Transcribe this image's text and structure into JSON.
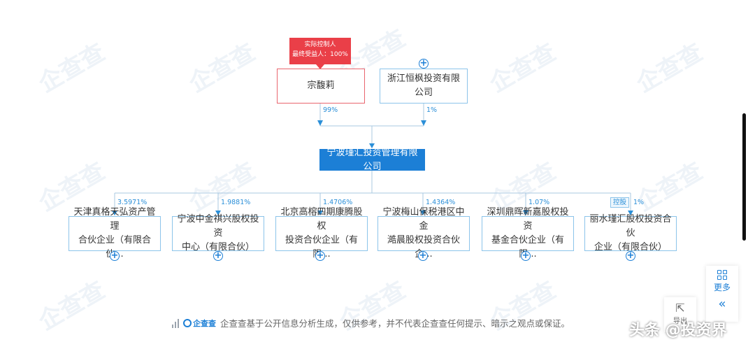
{
  "controller_tag": {
    "line1": "实际控制人",
    "line2": "最终受益人：100%"
  },
  "shareholders": [
    {
      "name": "宗馥莉",
      "percent": "99%"
    },
    {
      "name": "浙江恒枫投资有限公司",
      "percent": "1%"
    }
  ],
  "core_company": {
    "name": "宁波瑾汇投资管理有限公司"
  },
  "subsidiaries": [
    {
      "line1": "天津真格天弘资产管理",
      "line2": "合伙企业（有限合伙...",
      "percent": "3.5971%"
    },
    {
      "line1": "宁波中金祺兴股权投资",
      "line2": "中心（有限合伙）",
      "percent": "1.9881%"
    },
    {
      "line1": "北京高榕四期康腾股权",
      "line2": "投资合伙企业（有限...",
      "percent": "1.4706%"
    },
    {
      "line1": "宁波梅山保税港区中金",
      "line2": "澔晨股权投资合伙企...",
      "percent": "1.4364%"
    },
    {
      "line1": "深圳鼎晖新嘉股权投资",
      "line2": "基金合伙企业（有限...",
      "percent": "1.07%"
    },
    {
      "line1": "丽水瑾汇股权投资合伙",
      "line2": "企业（有限合伙）",
      "percent": "1%",
      "badge": "控股"
    }
  ],
  "footer": {
    "logo_text": "企查查",
    "disclaimer": "企查查基于公开信息分析生成，仅供参考，并不代表企查查任何提示、暗示之观点或保证。"
  },
  "side": {
    "more_label": "更多",
    "second_label": "导出"
  },
  "credit": "头条 @投资界",
  "watermark_text": "企查查",
  "colors": {
    "accent": "#1c7fd6",
    "tag_red": "#ea3f48",
    "line": "#a9c8e2"
  },
  "icons": [
    "plus-circle-icon",
    "grid-icon",
    "collapse-icon",
    "share-icon",
    "signal-bars-icon"
  ]
}
